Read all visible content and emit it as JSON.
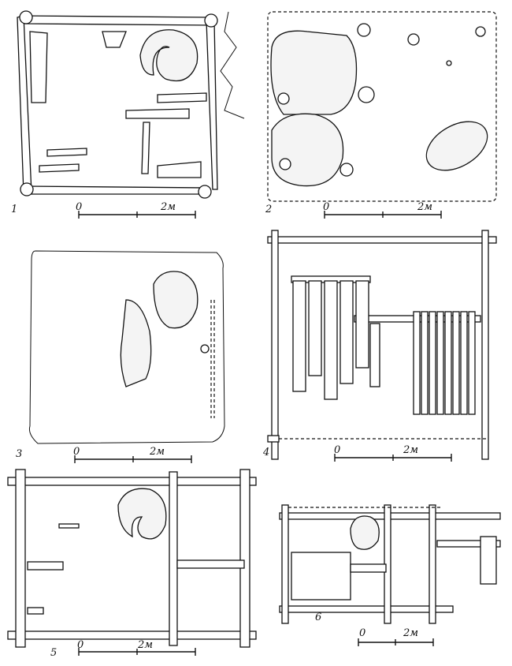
{
  "panels": [
    {
      "number": "1",
      "scale_zero": "0",
      "scale_end": "2м"
    },
    {
      "number": "2",
      "scale_zero": "0",
      "scale_end": "2м"
    },
    {
      "number": "3",
      "scale_zero": "0",
      "scale_end": "2м"
    },
    {
      "number": "4",
      "scale_zero": "0",
      "scale_end": "2м"
    },
    {
      "number": "5",
      "scale_zero": "0",
      "scale_end": "2м"
    },
    {
      "number": "6",
      "scale_zero": "0",
      "scale_end": "2м"
    }
  ]
}
